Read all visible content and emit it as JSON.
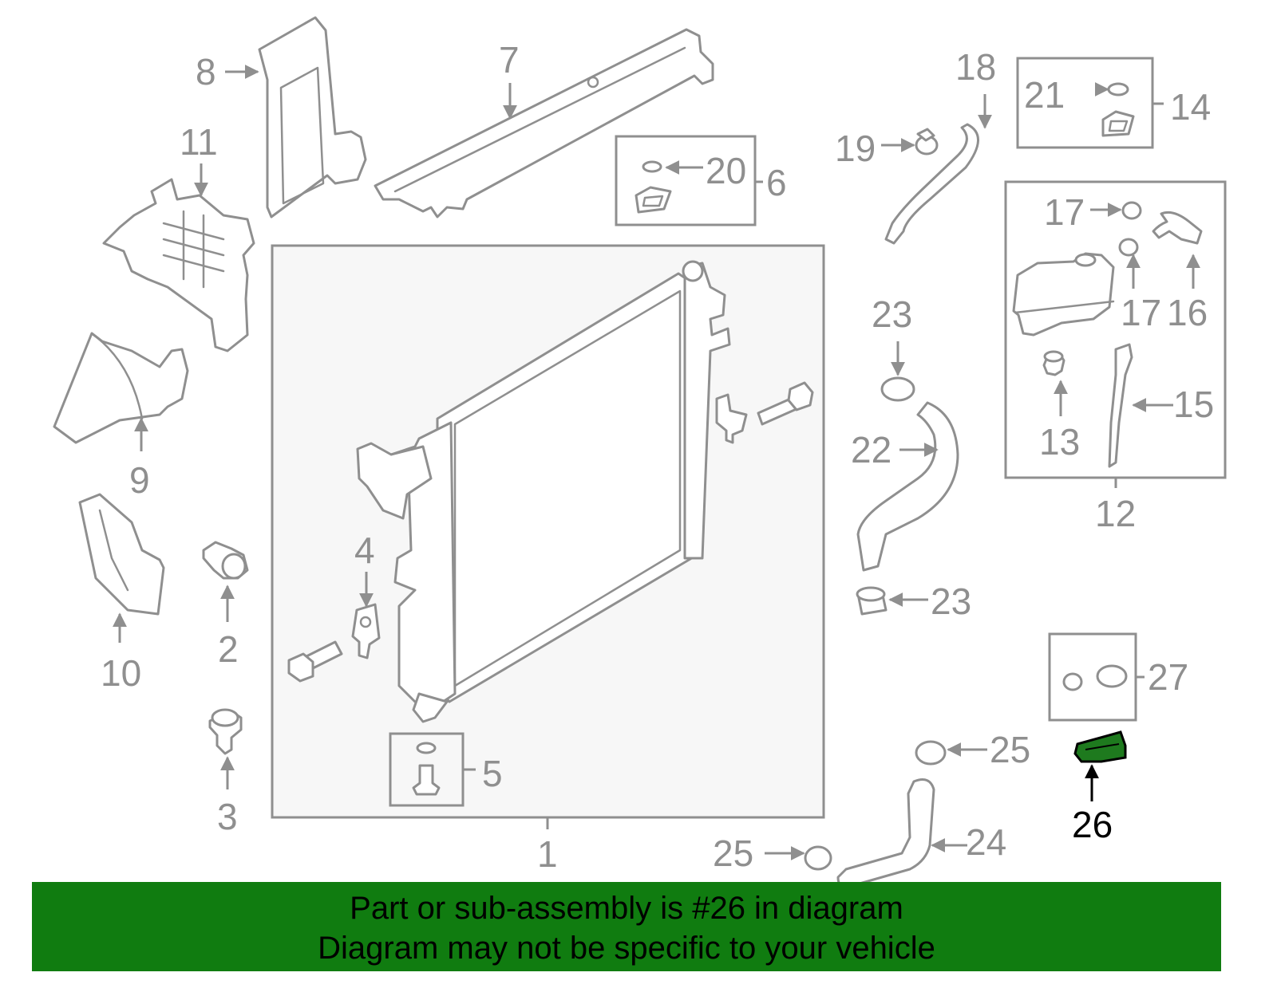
{
  "callouts": {
    "c1": "1",
    "c2": "2",
    "c3": "3",
    "c4": "4",
    "c5": "5",
    "c6": "6",
    "c7": "7",
    "c8": "8",
    "c9": "9",
    "c10": "10",
    "c11": "11",
    "c12": "12",
    "c13": "13",
    "c14": "14",
    "c15": "15",
    "c16": "16",
    "c17a": "17",
    "c17b": "17",
    "c18": "18",
    "c19": "19",
    "c20": "20",
    "c21": "21",
    "c22": "22",
    "c23a": "23",
    "c23b": "23",
    "c24": "24",
    "c25a": "25",
    "c25b": "25",
    "c26": "26",
    "c27": "27"
  },
  "highlight": {
    "part_number": "26",
    "color": "#107c10"
  },
  "banner": {
    "line1": "Part or sub-assembly is #26 in diagram",
    "line2": "Diagram may not be specific to your vehicle",
    "background": "#107c10"
  }
}
